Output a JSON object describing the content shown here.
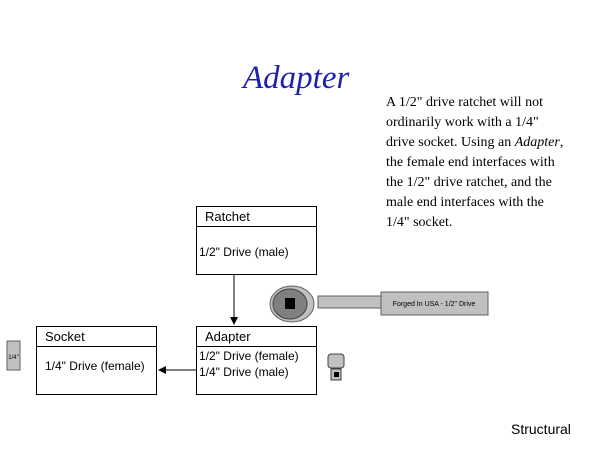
{
  "title": "Adapter",
  "description": {
    "line1": "A 1/2\" drive ratchet will not ordinarily work with a 1/4\" drive socket.  Using an ",
    "emphasis": "Adapter",
    "line2": ", the female end interfaces with the 1/2\" drive ratchet, and the male end interfaces with the 1/4\" socket."
  },
  "boxes": {
    "ratchet": {
      "name": "Ratchet",
      "lines": [
        "1/2\" Drive (male)"
      ]
    },
    "adapter": {
      "name": "Adapter",
      "lines": [
        "1/2\" Drive (female)",
        "1/4\" Drive (male)"
      ]
    },
    "socket": {
      "name": "Socket",
      "lines": [
        "1/4\" Drive (female)"
      ]
    }
  },
  "illustrations": {
    "ratchet_handle_text": "Forged In USA - 1/2\" Drive",
    "socket_label": "1/4\""
  },
  "colors": {
    "title": "#1f1fb0",
    "tool_fill": "#c0c0c0",
    "tool_dark": "#808080"
  },
  "footer": "Structural"
}
